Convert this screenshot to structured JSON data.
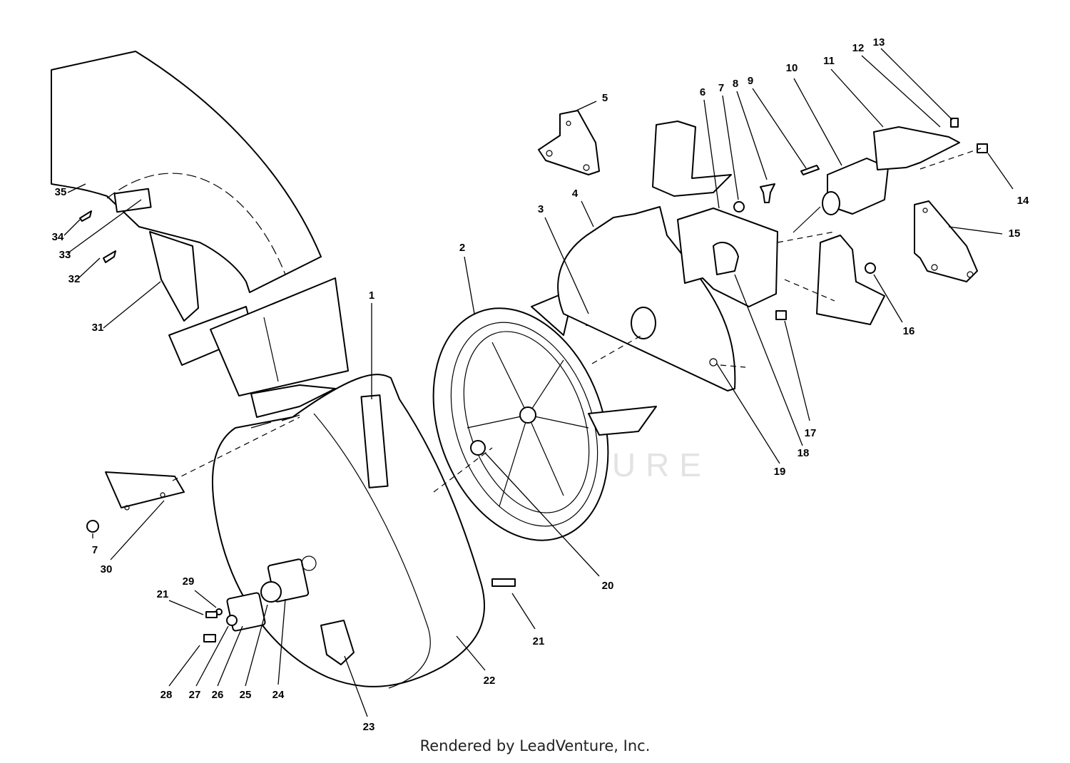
{
  "watermark": "LEADVENTURE",
  "footer": "Rendered by LeadVenture, Inc.",
  "callouts": [
    {
      "id": "c1",
      "label": "1"
    },
    {
      "id": "c2",
      "label": "2"
    },
    {
      "id": "c3",
      "label": "3"
    },
    {
      "id": "c4",
      "label": "4"
    },
    {
      "id": "c5",
      "label": "5"
    },
    {
      "id": "c6",
      "label": "6"
    },
    {
      "id": "c7a",
      "label": "7"
    },
    {
      "id": "c8",
      "label": "8"
    },
    {
      "id": "c9",
      "label": "9"
    },
    {
      "id": "c10",
      "label": "10"
    },
    {
      "id": "c11",
      "label": "11"
    },
    {
      "id": "c12",
      "label": "12"
    },
    {
      "id": "c13",
      "label": "13"
    },
    {
      "id": "c14",
      "label": "14"
    },
    {
      "id": "c15",
      "label": "15"
    },
    {
      "id": "c16",
      "label": "16"
    },
    {
      "id": "c17",
      "label": "17"
    },
    {
      "id": "c18",
      "label": "18"
    },
    {
      "id": "c19",
      "label": "19"
    },
    {
      "id": "c20",
      "label": "20"
    },
    {
      "id": "c21a",
      "label": "21"
    },
    {
      "id": "c21b",
      "label": "21"
    },
    {
      "id": "c22",
      "label": "22"
    },
    {
      "id": "c23",
      "label": "23"
    },
    {
      "id": "c24",
      "label": "24"
    },
    {
      "id": "c25",
      "label": "25"
    },
    {
      "id": "c26",
      "label": "26"
    },
    {
      "id": "c27",
      "label": "27"
    },
    {
      "id": "c28",
      "label": "28"
    },
    {
      "id": "c29",
      "label": "29"
    },
    {
      "id": "c30",
      "label": "30"
    },
    {
      "id": "c7b",
      "label": "7"
    },
    {
      "id": "c31",
      "label": "31"
    },
    {
      "id": "c32",
      "label": "32"
    },
    {
      "id": "c33",
      "label": "33"
    },
    {
      "id": "c34",
      "label": "34"
    },
    {
      "id": "c35",
      "label": "35"
    }
  ]
}
